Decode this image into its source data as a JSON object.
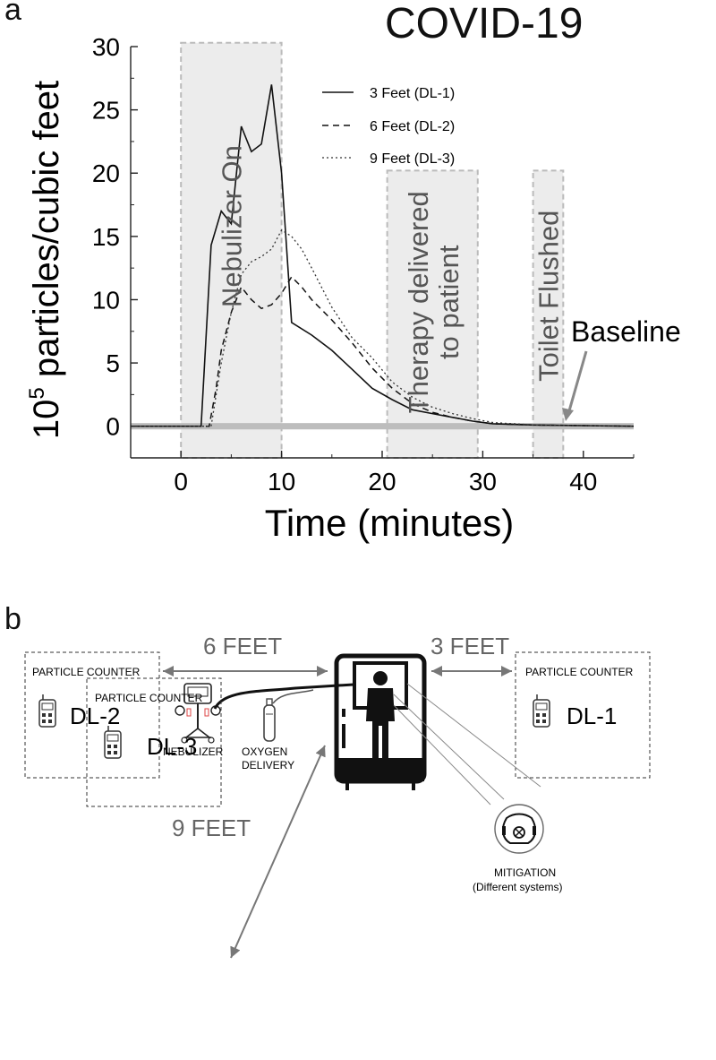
{
  "panel_a": {
    "letter": "a"
  },
  "panel_b": {
    "letter": "b"
  },
  "chart_data": {
    "type": "line",
    "title": "COVID-19",
    "xlabel": "Time (minutes)",
    "ylabel_prefix": "10",
    "ylabel_exponent": "5",
    "ylabel_rest": " particles/cubic feet",
    "xlim": [
      -5,
      45
    ],
    "ylim": [
      -2.5,
      30
    ],
    "x_ticks": [
      0,
      10,
      20,
      30,
      40
    ],
    "y_ticks": [
      0,
      5,
      10,
      15,
      20,
      25,
      30
    ],
    "grid": false,
    "legend_position": "top-center",
    "series": [
      {
        "name": "3 Feet (DL-1)",
        "style": "solid",
        "x": [
          -5,
          2,
          3,
          4,
          5,
          6,
          7,
          8,
          9,
          10,
          11,
          13,
          15,
          17,
          19,
          21,
          23,
          25,
          27,
          29,
          31,
          35,
          40,
          45
        ],
        "y": [
          0,
          0,
          14.3,
          17,
          16,
          23.7,
          21.7,
          22.3,
          27,
          20,
          8.2,
          7.2,
          6,
          4.5,
          3,
          2.1,
          1.3,
          1.0,
          0.7,
          0.4,
          0.2,
          0.1,
          0.05,
          0
        ]
      },
      {
        "name": "6 Feet (DL-2)",
        "style": "dashed",
        "x": [
          -5,
          2.8,
          3.5,
          4,
          5,
          6,
          7,
          8,
          9,
          10,
          11,
          12,
          13,
          15,
          17,
          19,
          21,
          23,
          25,
          27,
          29,
          31,
          35,
          40,
          45
        ],
        "y": [
          0,
          0,
          3,
          6,
          9,
          11,
          10,
          9.3,
          9.6,
          10.5,
          11.8,
          11,
          10,
          8.4,
          6.6,
          4.6,
          3.0,
          1.8,
          1.1,
          0.7,
          0.4,
          0.2,
          0.1,
          0.05,
          0
        ]
      },
      {
        "name": "9 Feet (DL-3)",
        "style": "dotted",
        "x": [
          -5,
          3,
          4,
          5,
          6,
          7,
          8,
          9,
          10,
          11,
          12,
          13,
          15,
          17,
          19,
          21,
          23,
          25,
          27,
          29,
          31,
          35,
          40,
          45
        ],
        "y": [
          0,
          0,
          5,
          9,
          12,
          13,
          13.4,
          14,
          15.5,
          15,
          14,
          12.5,
          9.4,
          7.0,
          5.4,
          3.5,
          2.3,
          1.5,
          1.0,
          0.6,
          0.3,
          0.1,
          0.05,
          0
        ]
      }
    ],
    "baseline_label": "Baseline",
    "shaded_regions": [
      {
        "label": "Nebulizer On",
        "x": [
          0,
          10
        ],
        "y": [
          -2.5,
          30.3
        ]
      },
      {
        "label_lines": [
          "Therapy delivered",
          "to patient"
        ],
        "x": [
          20.5,
          29.5
        ],
        "y": [
          -2.5,
          20.2
        ]
      },
      {
        "label": "Toilet Flushed",
        "x": [
          35,
          38
        ],
        "y": [
          -2.5,
          20.2
        ]
      }
    ]
  },
  "diagram": {
    "dl2_box": {
      "title": "PARTICLE COUNTER",
      "device": "DL-2"
    },
    "dl1_box": {
      "title": "PARTICLE COUNTER",
      "device": "DL-1"
    },
    "dl3_box": {
      "title": "PARTICLE COUNTER",
      "device": "DL-3"
    },
    "distance_6": "6 FEET",
    "distance_3": "3 FEET",
    "distance_9": "9 FEET",
    "nebulizer_label": "NEBULIZER",
    "oxygen_label_line1": "OXYGEN",
    "oxygen_label_line2": "DELIVERY",
    "mitigation_label_line1": "MITIGATION",
    "mitigation_label_line2": "(Different systems)"
  }
}
